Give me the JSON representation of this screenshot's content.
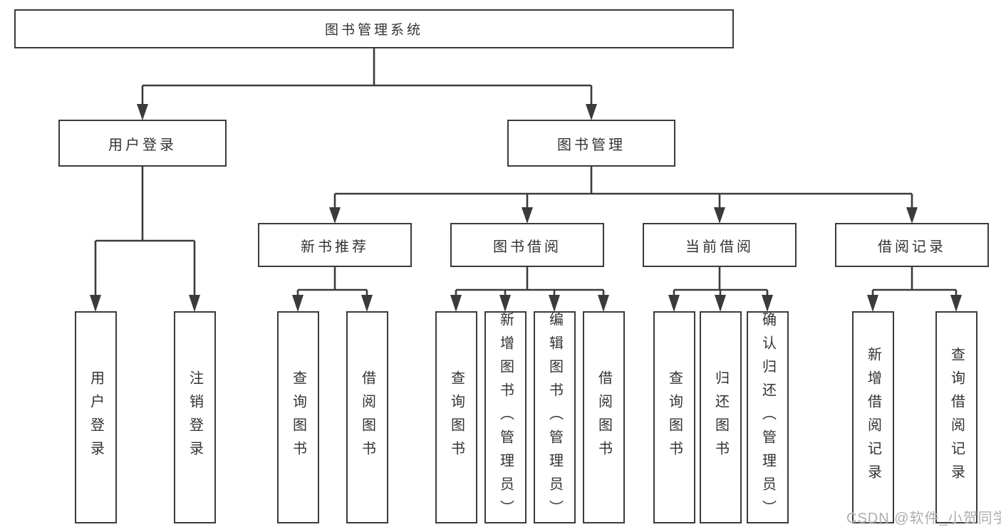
{
  "tree": {
    "root": "图书管理系统",
    "children": [
      {
        "label": "用户登录",
        "leaves": [
          "用户登录",
          "注销登录"
        ]
      },
      {
        "label": "图书管理",
        "children": [
          {
            "label": "新书推荐",
            "leaves": [
              "查询图书",
              "借阅图书"
            ]
          },
          {
            "label": "图书借阅",
            "leaves": [
              "查询图书",
              "新增图书（管理员）",
              "编辑图书（管理员）",
              "借阅图书"
            ]
          },
          {
            "label": "当前借阅",
            "leaves": [
              "查询图书",
              "归还图书",
              "确认归还（管理员）"
            ]
          },
          {
            "label": "借阅记录",
            "leaves": [
              "新增借阅记录",
              "查询借阅记录"
            ]
          }
        ]
      }
    ]
  },
  "watermark": {
    "text": "CSDN @软件_小贺同学",
    "color": "#aeaeae"
  },
  "colors": {
    "line": "#3b3b3b",
    "box_border": "#3b3b3b",
    "text": "#333333",
    "background": "#ffffff"
  }
}
